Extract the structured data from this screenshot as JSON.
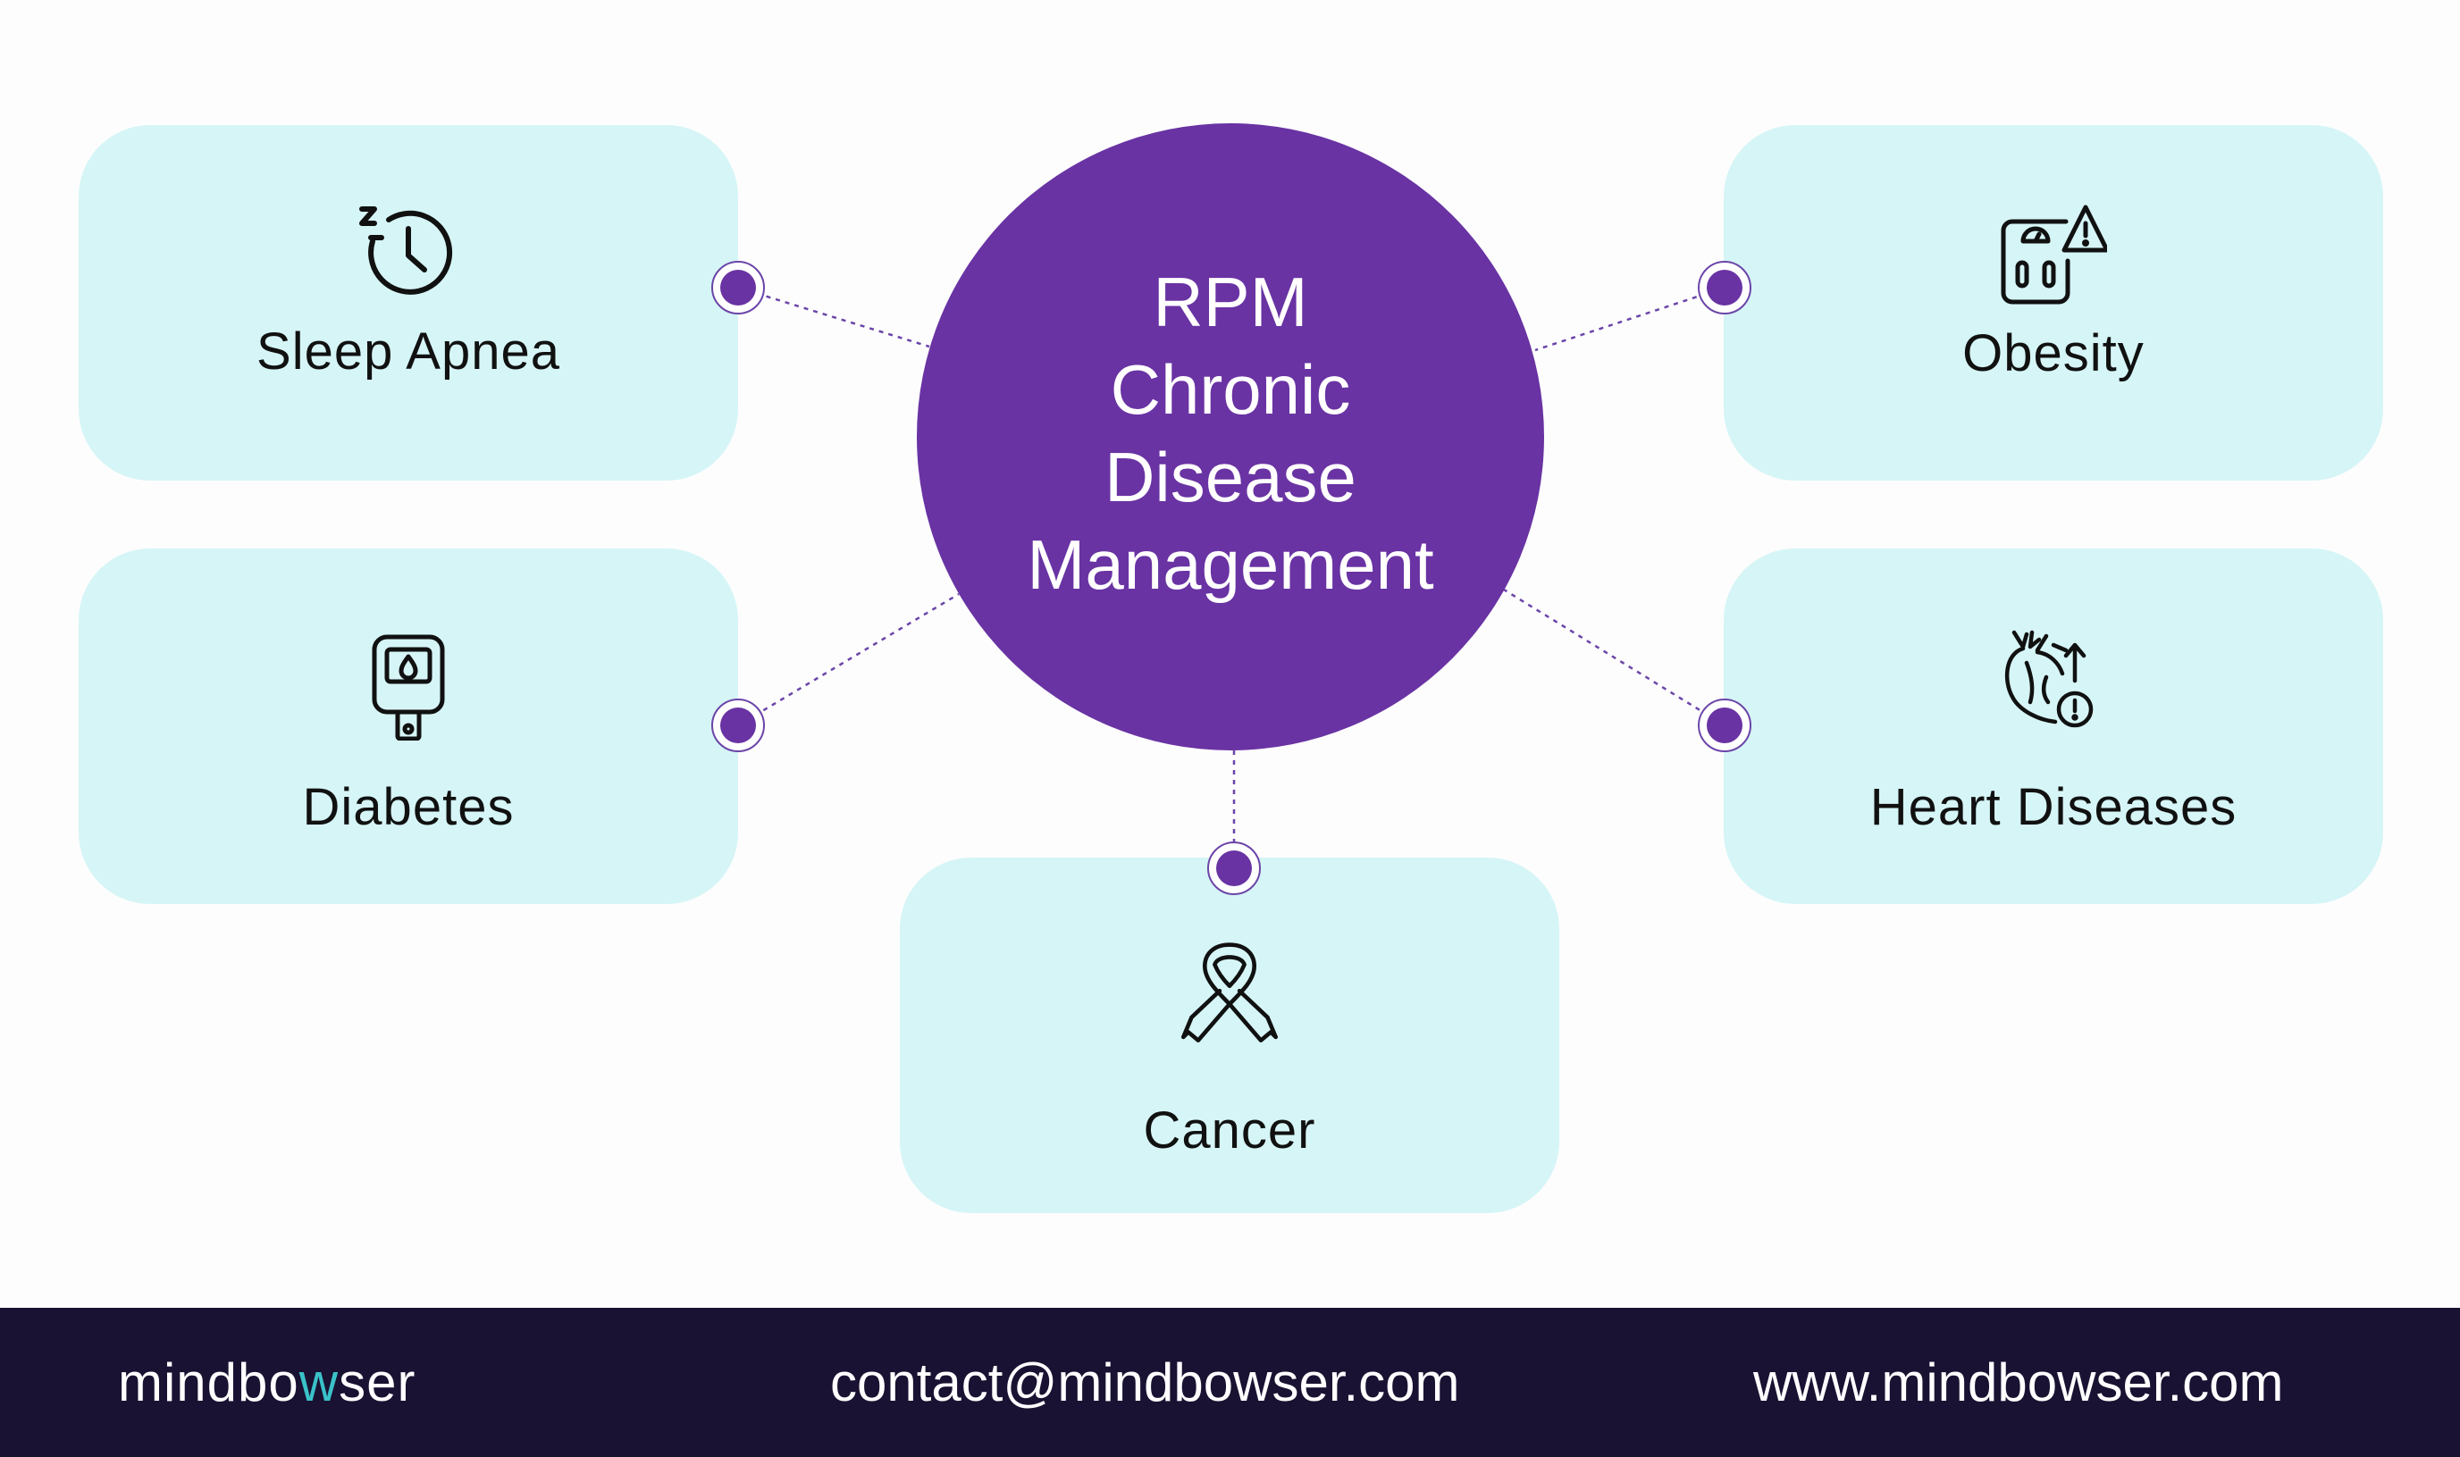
{
  "hub": {
    "title_lines": [
      "RPM",
      "Chronic",
      "Disease",
      "Management"
    ]
  },
  "cards": {
    "sleep_apnea": {
      "label": "Sleep Apnea",
      "icon": "sleep-timer-icon"
    },
    "obesity": {
      "label": "Obesity",
      "icon": "weight-scale-warning-icon"
    },
    "diabetes": {
      "label": "Diabetes",
      "icon": "glucometer-icon"
    },
    "heart_diseases": {
      "label": "Heart Diseases",
      "icon": "heart-warning-icon"
    },
    "cancer": {
      "label": "Cancer",
      "icon": "awareness-ribbon-icon"
    }
  },
  "footer": {
    "brand_prefix": "mindbo",
    "brand_accent": "w",
    "brand_suffix": "ser",
    "email": "contact@mindbowser.com",
    "website": "www.mindbowser.com"
  },
  "colors": {
    "hub": "#6933a3",
    "card": "#d6f5f6",
    "footer": "#1a1232",
    "brand_accent": "#3ac2c9"
  }
}
